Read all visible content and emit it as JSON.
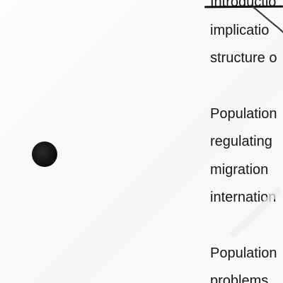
{
  "document": {
    "lines": [
      "Introductio",
      "implicatio",
      "structure o",
      "Population",
      "regulating",
      "migration",
      "internation",
      "Population",
      "problems"
    ]
  }
}
